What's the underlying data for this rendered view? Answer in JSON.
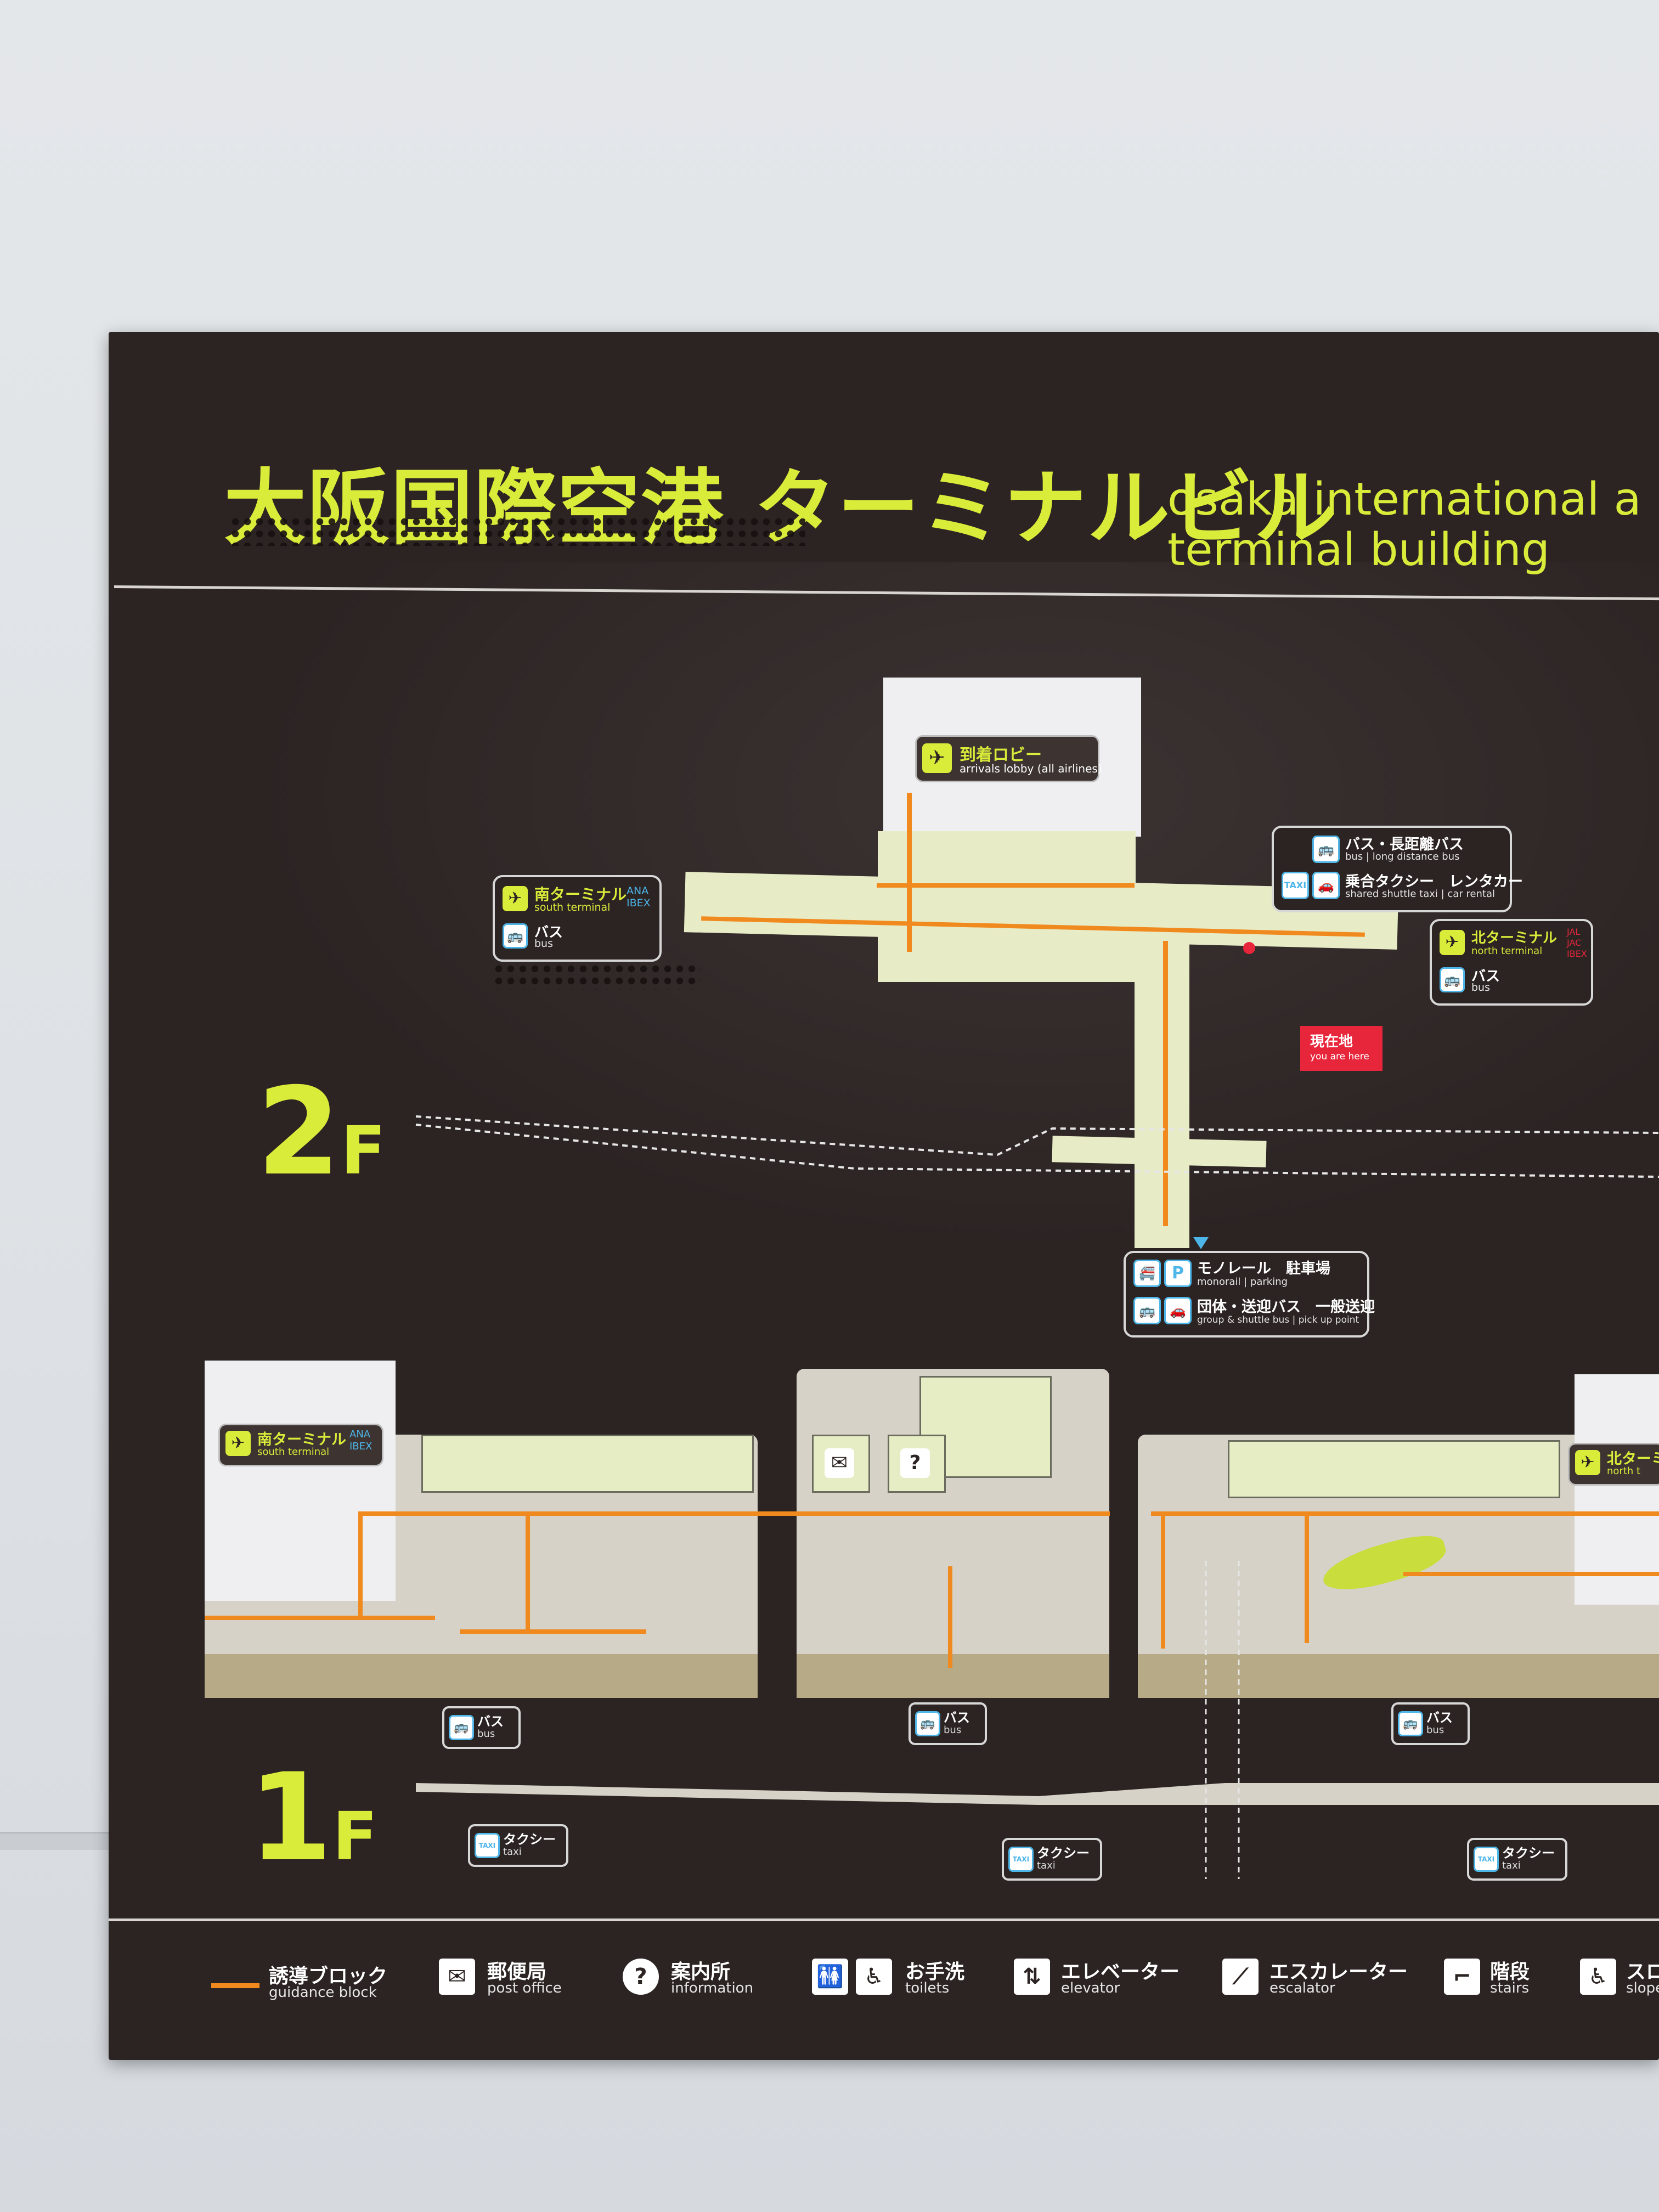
{
  "title": {
    "jp": "大阪国際空港 ターミナルビル",
    "en_line1": "osaka international a",
    "en_line2": "terminal building"
  },
  "floors": {
    "upper": "2",
    "lower": "1",
    "suffix": "F"
  },
  "second_floor": {
    "arrivals": {
      "jp": "到着ロビー",
      "en": "arrivals lobby (all airlines)"
    },
    "south_terminal": {
      "jp": "南ターミナル",
      "en": "south terminal",
      "airlines": "ANA IBEX",
      "bus_jp": "バス",
      "bus_en": "bus"
    },
    "north_terminal": {
      "jp": "北ターミナル",
      "en": "north terminal",
      "airlines": "JAL JAC IBEX",
      "bus_jp": "バス",
      "bus_en": "bus"
    },
    "transport_box": {
      "bus_jp": "バス・長距離バス",
      "bus_en": "bus | long distance bus",
      "shuttle_jp": "乗合タクシー　レンタカー",
      "shuttle_en": "shared shuttle taxi | car rental"
    },
    "you_are_here": {
      "jp": "現在地",
      "en": "you are here"
    },
    "bottom_box": {
      "monorail_jp": "モノレール　駐車場",
      "monorail_en": "monorail | parking",
      "group_jp": "団体・送迎バス　一般送迎",
      "group_en": "group & shuttle bus | pick up point"
    }
  },
  "first_floor": {
    "south_terminal": {
      "jp": "南ターミナル",
      "en": "south terminal",
      "airlines": "ANA IBEX"
    },
    "north_terminal": {
      "jp": "北ターミナル",
      "en": "north t"
    },
    "bus_labels": [
      {
        "jp": "バス",
        "en": "bus"
      },
      {
        "jp": "バス",
        "en": "bus"
      },
      {
        "jp": "バス",
        "en": "bus"
      }
    ],
    "taxi_labels": [
      {
        "jp": "タクシー",
        "en": "taxi"
      },
      {
        "jp": "タクシー",
        "en": "taxi"
      },
      {
        "jp": "タクシー",
        "en": "taxi"
      }
    ]
  },
  "legend": [
    {
      "jp": "誘導ブロック",
      "en": "guidance block",
      "icon": "guidance-line"
    },
    {
      "jp": "郵便局",
      "en": "post office",
      "icon": "envelope-icon"
    },
    {
      "jp": "案内所",
      "en": "information",
      "icon": "question-icon"
    },
    {
      "jp": "お手洗",
      "en": "toilets",
      "icon": "toilet-icon"
    },
    {
      "jp": "エレベーター",
      "en": "elevator",
      "icon": "elevator-icon"
    },
    {
      "jp": "エスカレーター",
      "en": "escalator",
      "icon": "escalator-icon"
    },
    {
      "jp": "階段",
      "en": "stairs",
      "icon": "stairs-icon"
    },
    {
      "jp": "スロ",
      "en": "slope",
      "icon": "wheelchair-icon"
    }
  ],
  "colors": {
    "board": "#2c2423",
    "accent": "#d9ec3a",
    "route": "#f08a1f",
    "here": "#e8263b",
    "info_blue": "#4db5e8"
  }
}
